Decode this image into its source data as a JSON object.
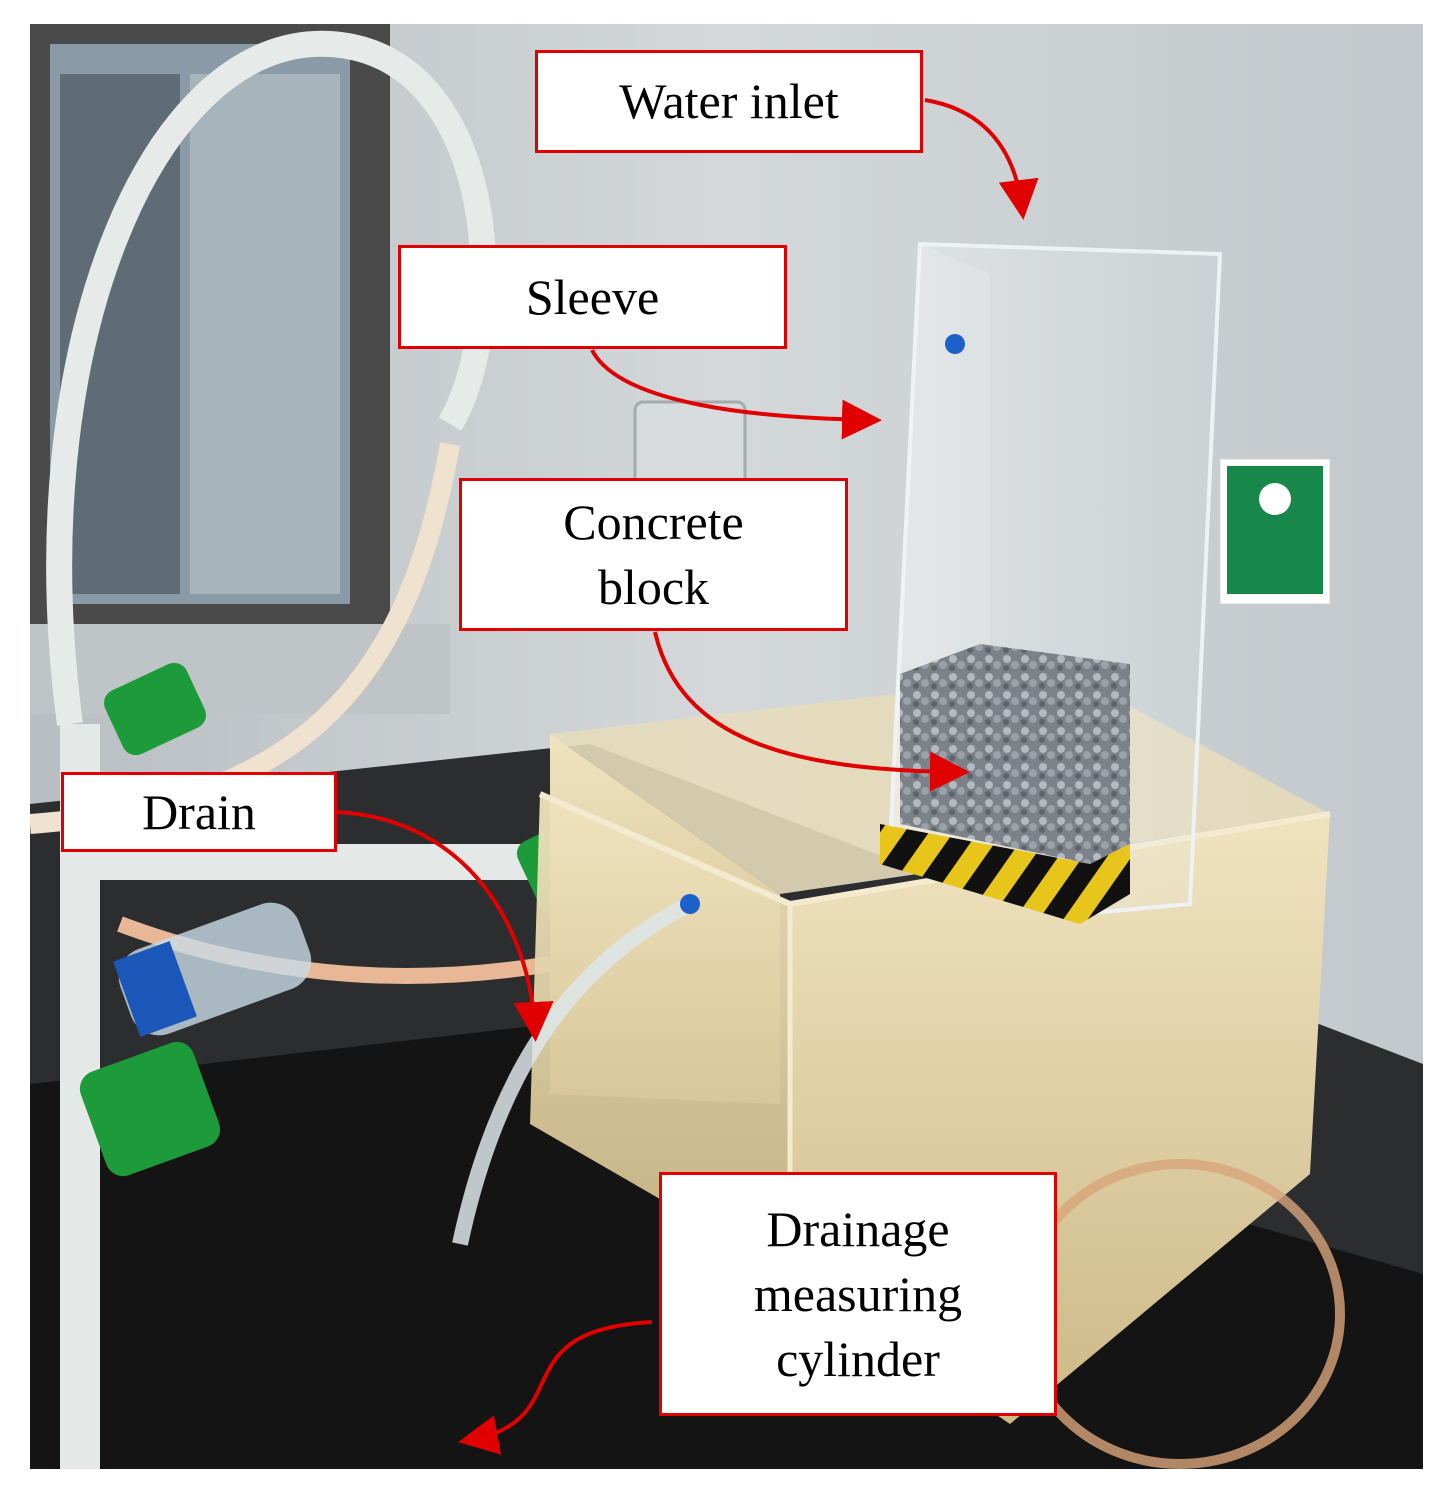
{
  "figure": {
    "description_colors": {
      "callout_border": "#e00000",
      "arrow": "#e00000",
      "water": "#d8c79a",
      "wall": "#c9ced1",
      "valve": "#1d9a3a",
      "sink": "#141414"
    },
    "labels": {
      "water_inlet": "Water inlet",
      "sleeve": "Sleeve",
      "concrete_block": "Concrete\nblock",
      "drain": "Drain",
      "drainage_cylinder": "Drainage\nmeasuring\ncylinder"
    }
  }
}
